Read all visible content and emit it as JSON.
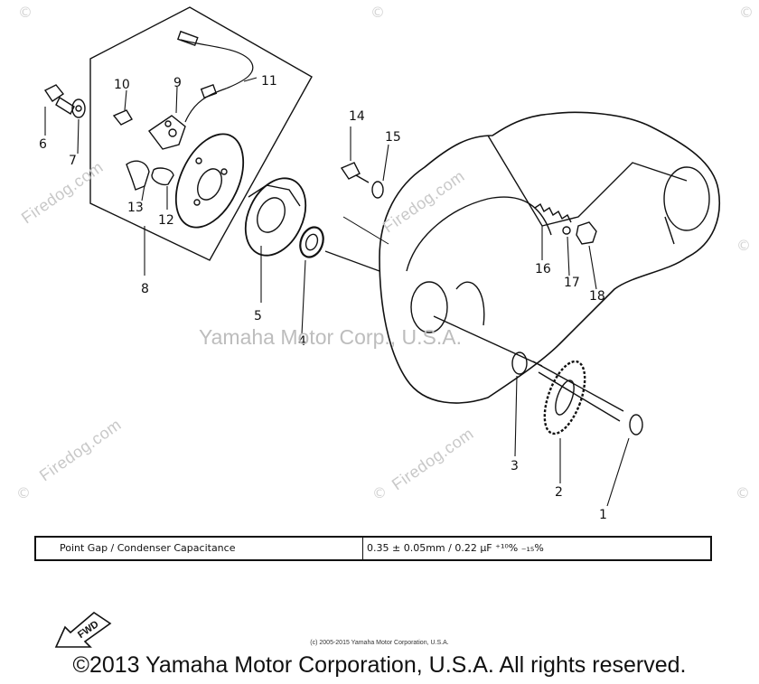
{
  "parts": [
    {
      "label": "1",
      "id": "part-1"
    },
    {
      "label": "2",
      "id": "part-2"
    },
    {
      "label": "3",
      "id": "part-3"
    },
    {
      "label": "4",
      "id": "part-4"
    },
    {
      "label": "5",
      "id": "part-5"
    },
    {
      "label": "6",
      "id": "part-6"
    },
    {
      "label": "7",
      "id": "part-7"
    },
    {
      "label": "8",
      "id": "part-8"
    },
    {
      "label": "9",
      "id": "part-9"
    },
    {
      "label": "10",
      "id": "part-10"
    },
    {
      "label": "11",
      "id": "part-11"
    },
    {
      "label": "12",
      "id": "part-12"
    },
    {
      "label": "13",
      "id": "part-13"
    },
    {
      "label": "14",
      "id": "part-14"
    },
    {
      "label": "15",
      "id": "part-15"
    },
    {
      "label": "16",
      "id": "part-16"
    },
    {
      "label": "17",
      "id": "part-17"
    },
    {
      "label": "18",
      "id": "part-18"
    }
  ],
  "watermarks": {
    "site": "Firedog.com",
    "center": "Yamaha Motor Corp., U.S.A."
  },
  "spec": {
    "label": "Point Gap / Condenser Capacitance",
    "value": "0.35 ± 0.05mm / 0.22 μF ⁺¹⁰% ₋₁₅%"
  },
  "fwd_label": "FWD",
  "small_copyright": "(c) 2005-2015 Yamaha Motor Corporation, U.S.A.",
  "copyright": "©2013 Yamaha Motor Corporation, U.S.A. All rights reserved."
}
